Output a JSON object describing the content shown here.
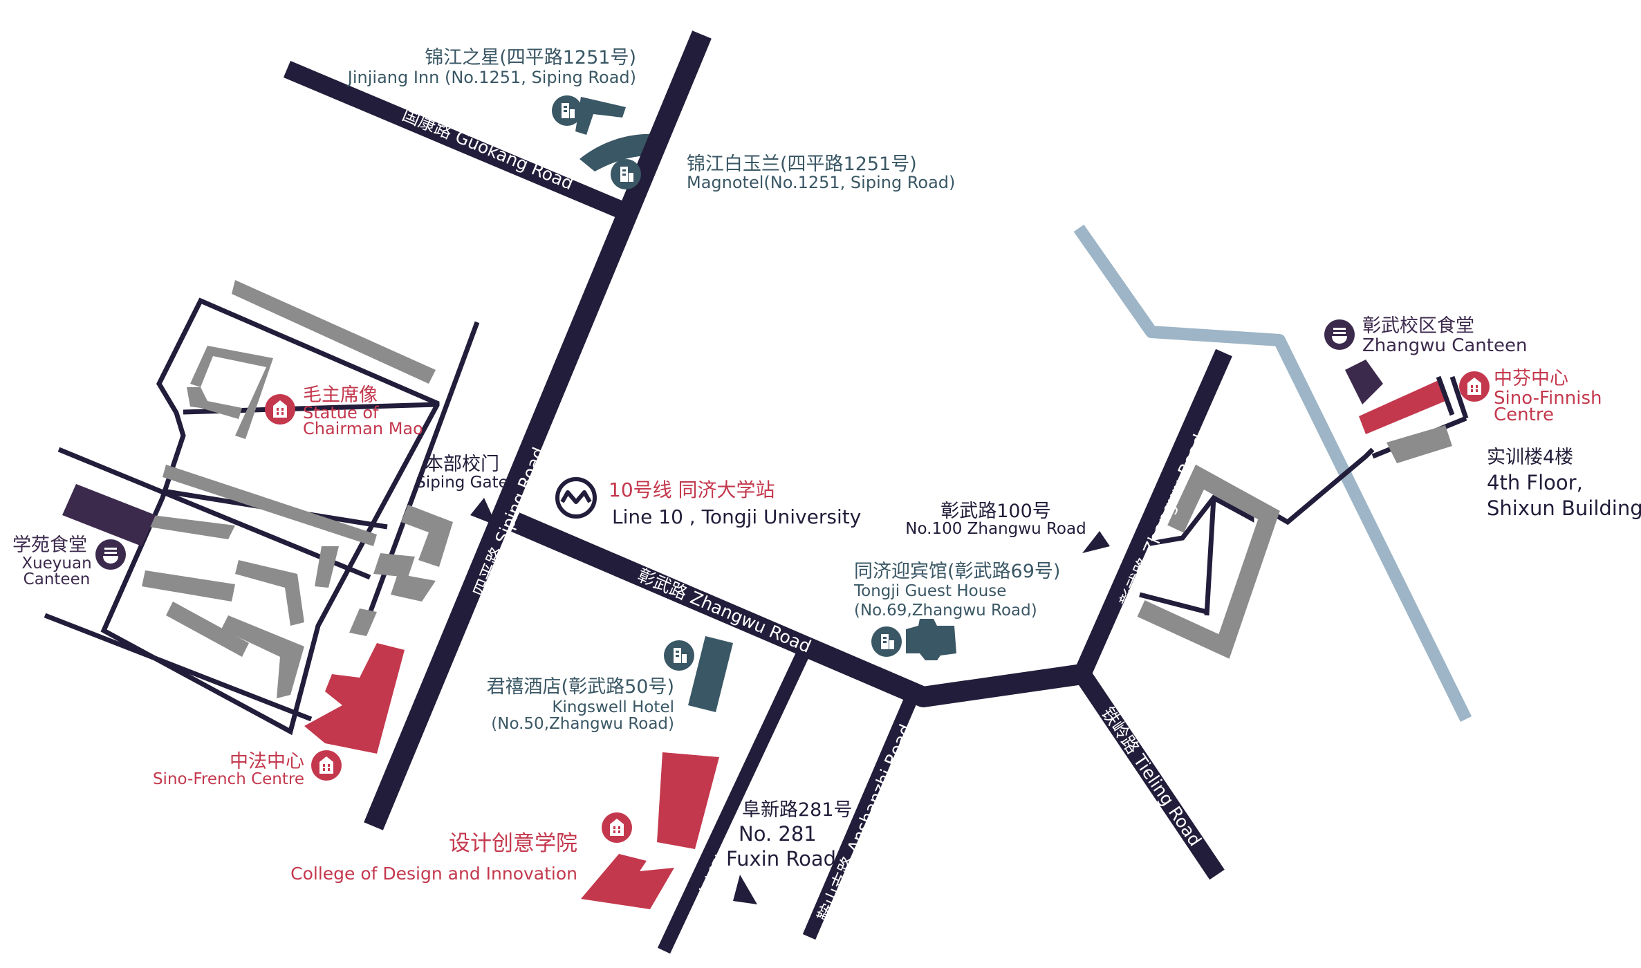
{
  "roads": {
    "guokang": "国康路  Guokang Road",
    "siping": "四平路  Siping Road",
    "zhangwu": "彰武路  Zhangwu Road",
    "fuxin": "阜新路  Fuxin Road",
    "anshanzhi": "鞍山支路  Anshanzhi Road",
    "tieling": "铁岭路  Tieling Road",
    "zhangwu_east": "彰武路  Zhangwu Road"
  },
  "places": {
    "jinjiang_inn": {
      "cn": "锦江之星(四平路1251号)",
      "en": "Jinjiang Inn (No.1251, Siping Road)",
      "icon": "hotel-icon"
    },
    "magnotel": {
      "cn": "锦江白玉兰(四平路1251号)",
      "en": "Magnotel(No.1251, Siping Road)",
      "icon": "hotel-icon"
    },
    "statue": {
      "cn": "毛主席像",
      "en1": "Statue of",
      "en2": "Chairman Mao",
      "icon": "building-icon"
    },
    "siping_gate": {
      "cn": "本部校门",
      "en": "Siping Gate",
      "icon": "gate-arrow-icon"
    },
    "metro": {
      "cn": "10号线 同济大学站",
      "en": "Line 10 , Tongji University",
      "icon": "metro-icon"
    },
    "xueyuan": {
      "cn": "学苑食堂",
      "en1": "Xueyuan",
      "en2": "Canteen",
      "icon": "canteen-icon"
    },
    "sino_french": {
      "cn": "中法中心",
      "en": "Sino-French Centre",
      "icon": "building-icon"
    },
    "kingswell": {
      "cn": "君禧酒店(彰武路50号)",
      "en1": "Kingswell Hotel",
      "en2": "(No.50,Zhangwu Road)",
      "icon": "hotel-icon"
    },
    "guest_house": {
      "cn": "同济迎宾馆(彰武路69号)",
      "en1": "Tongji Guest House",
      "en2": "(No.69,Zhangwu Road)",
      "icon": "hotel-icon"
    },
    "zhangwu100": {
      "cn": "彰武路100号",
      "en": "No.100 Zhangwu Road",
      "icon": "gate-arrow-icon"
    },
    "design_college": {
      "cn": "设计创意学院",
      "en": "College of Design and Innovation",
      "icon": "building-icon"
    },
    "fuxin281": {
      "cn": "阜新路281号",
      "en1": "No. 281",
      "en2": "Fuxin Road",
      "icon": "gate-arrow-icon"
    },
    "zhangwu_canteen": {
      "cn": "彰武校区食堂",
      "en": "Zhangwu Canteen",
      "icon": "canteen-icon"
    },
    "sino_finnish": {
      "cn": "中芬中心",
      "en1": "Sino-Finnish",
      "en2": "Centre",
      "icon": "building-icon"
    },
    "shixun": {
      "cn": "实训楼4楼",
      "en1": "4th Floor,",
      "en2": "Shixun Building"
    }
  },
  "colors": {
    "road": "#221d3a",
    "building_gray": "#8c8c8c",
    "highlight_red": "#c4384d",
    "canteen_purple": "#3c2a4d",
    "hotel_teal": "#3a5765",
    "river_blue": "#9db5c6"
  }
}
